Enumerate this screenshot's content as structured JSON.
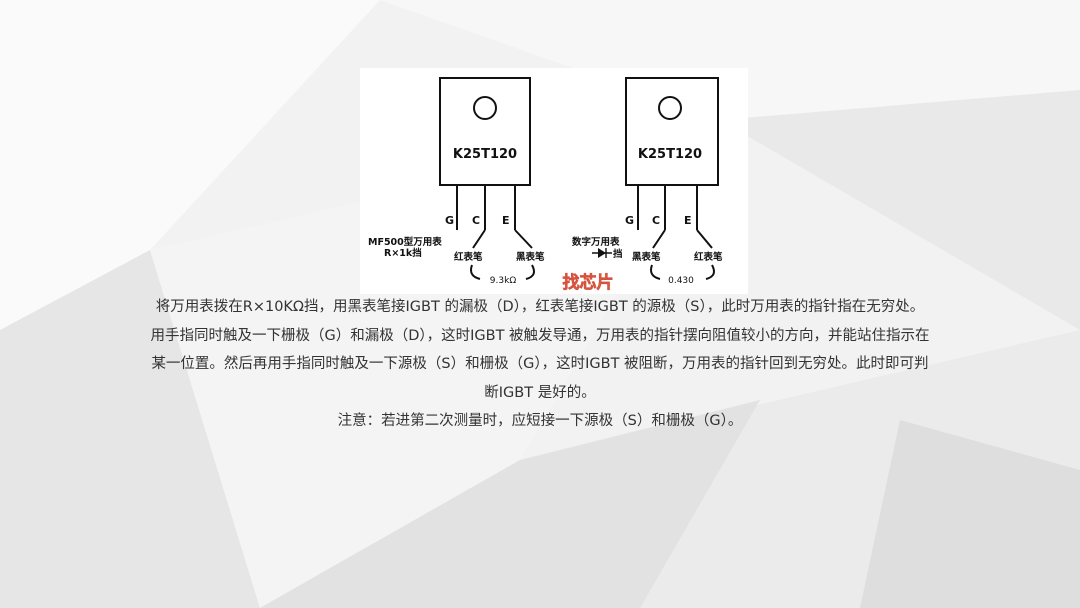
{
  "diagram": {
    "left_device": {
      "model": "K25T120",
      "pins": [
        "G",
        "C",
        "E"
      ],
      "meter_label_line1": "MF500型万用表",
      "meter_label_line2": "R×1k挡",
      "probe_left": "红表笔",
      "probe_right": "黑表笔",
      "reading": "9.3kΩ"
    },
    "right_device": {
      "model": "K25T120",
      "pins": [
        "G",
        "C",
        "E"
      ],
      "meter_label_line1": "数字万用表",
      "meter_label_line2": "挡",
      "probe_left": "黑表笔",
      "probe_right": "红表笔",
      "reading": "0.430"
    },
    "watermark": "找芯片"
  },
  "text": {
    "line1": "将万用表拨在R×10KΩ挡，用黑表笔接IGBT 的漏极（D），红表笔接IGBT 的源极（S），此时万用表的指针指在无穷处。",
    "line2": "用手指同时触及一下栅极（G）和漏极（D），这时IGBT 被触发导通，万用表的指针摆向阻值较小的方向，并能站住指示在",
    "line3": "某一位置。然后再用手指同时触及一下源极（S）和栅极（G），这时IGBT 被阻断，万用表的指针回到无穷处。此时即可判",
    "line4": "断IGBT 是好的。",
    "note": "注意：若进第二次测量时，应短接一下源极（S）和栅极（G）。"
  }
}
